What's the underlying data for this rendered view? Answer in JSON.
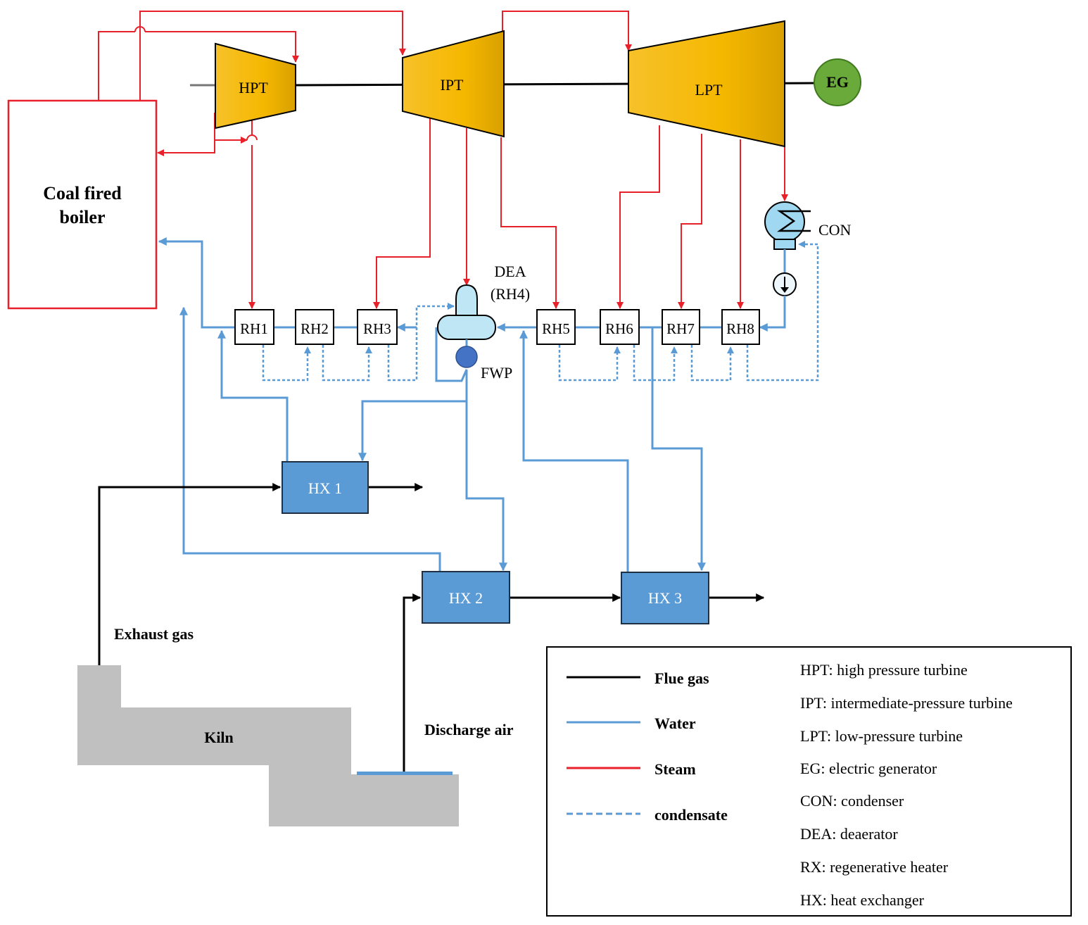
{
  "components": {
    "boiler": "Coal fired boiler",
    "hpt": "HPT",
    "ipt": "IPT",
    "lpt": "LPT",
    "eg": "EG",
    "con": "CON",
    "dea": "DEA",
    "dea_sub": "(RH4)",
    "fwp": "FWP",
    "rh": [
      "RH1",
      "RH2",
      "RH3",
      "RH5",
      "RH6",
      "RH7",
      "RH8"
    ],
    "hx1": "HX 1",
    "hx2": "HX 2",
    "hx3": "HX 3",
    "kiln": "Kiln",
    "exhaust_gas": "Exhaust gas",
    "discharge_air": "Discharge air"
  },
  "legend": {
    "flue_gas": "Flue gas",
    "water": "Water",
    "steam": "Steam",
    "condensate": "condensate"
  },
  "abbreviations": [
    "HPT: high pressure turbine",
    "IPT: intermediate-pressure turbine",
    "LPT: low-pressure turbine",
    "EG: electric generator",
    "CON: condenser",
    "DEA: deaerator",
    "RX: regenerative heater",
    "HX: heat exchanger"
  ],
  "colors": {
    "steam": "#e8202a",
    "water": "#5b9bd5",
    "flue_gas": "#000000",
    "turbine": "#f5b800",
    "generator": "#6aaa3a",
    "kiln": "#c0c0c0",
    "boiler_border": "#e8202a"
  }
}
